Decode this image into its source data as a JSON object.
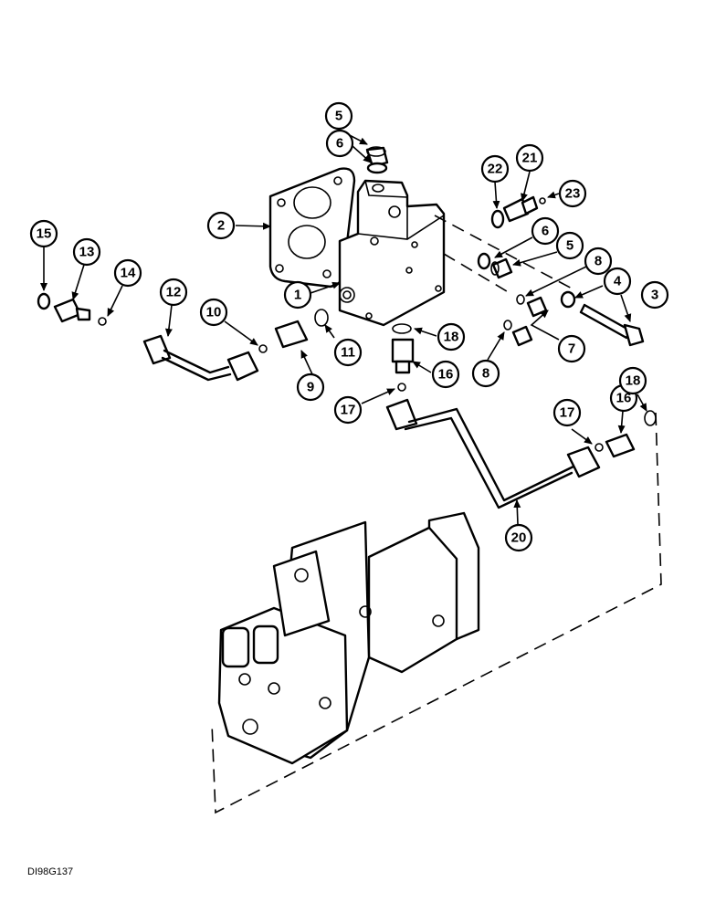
{
  "figure_id": "DI98G137",
  "callouts": [
    "5",
    "6",
    "22",
    "21",
    "23",
    "2",
    "15",
    "13",
    "14",
    "12",
    "10",
    "1",
    "6",
    "5",
    "8",
    "4",
    "3",
    "11",
    "9",
    "18",
    "16",
    "7",
    "8",
    "17",
    "17",
    "16",
    "18",
    "20"
  ]
}
